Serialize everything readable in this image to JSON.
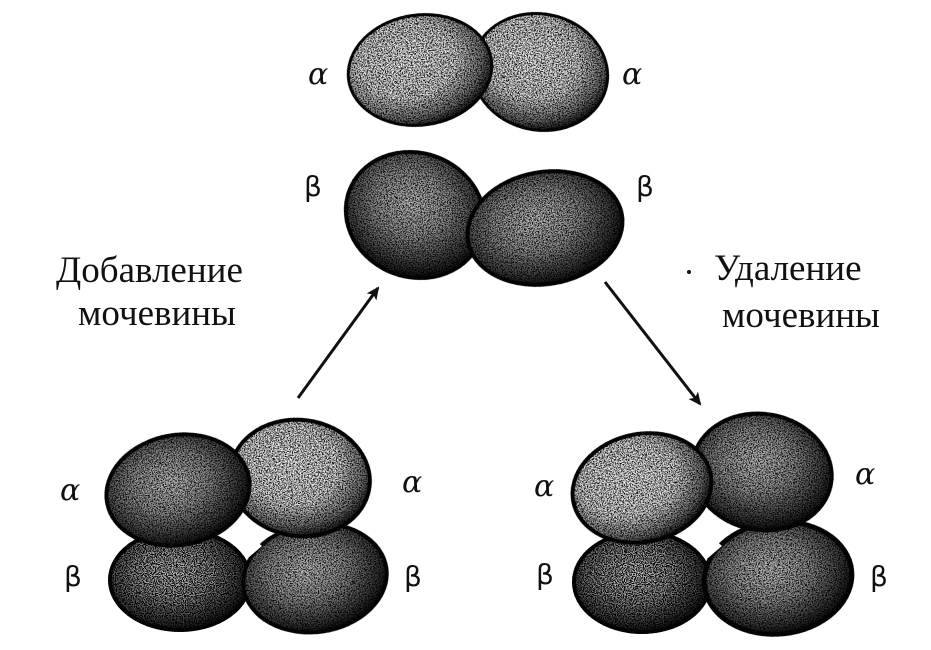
{
  "labels": {
    "alpha": "α",
    "beta": "β",
    "add_line1": "Добавление",
    "add_line2": "мочевины",
    "remove_line1": "Удаление",
    "remove_line2": "мочевины"
  },
  "colors": {
    "ink": "#111111",
    "background": "#ffffff"
  }
}
